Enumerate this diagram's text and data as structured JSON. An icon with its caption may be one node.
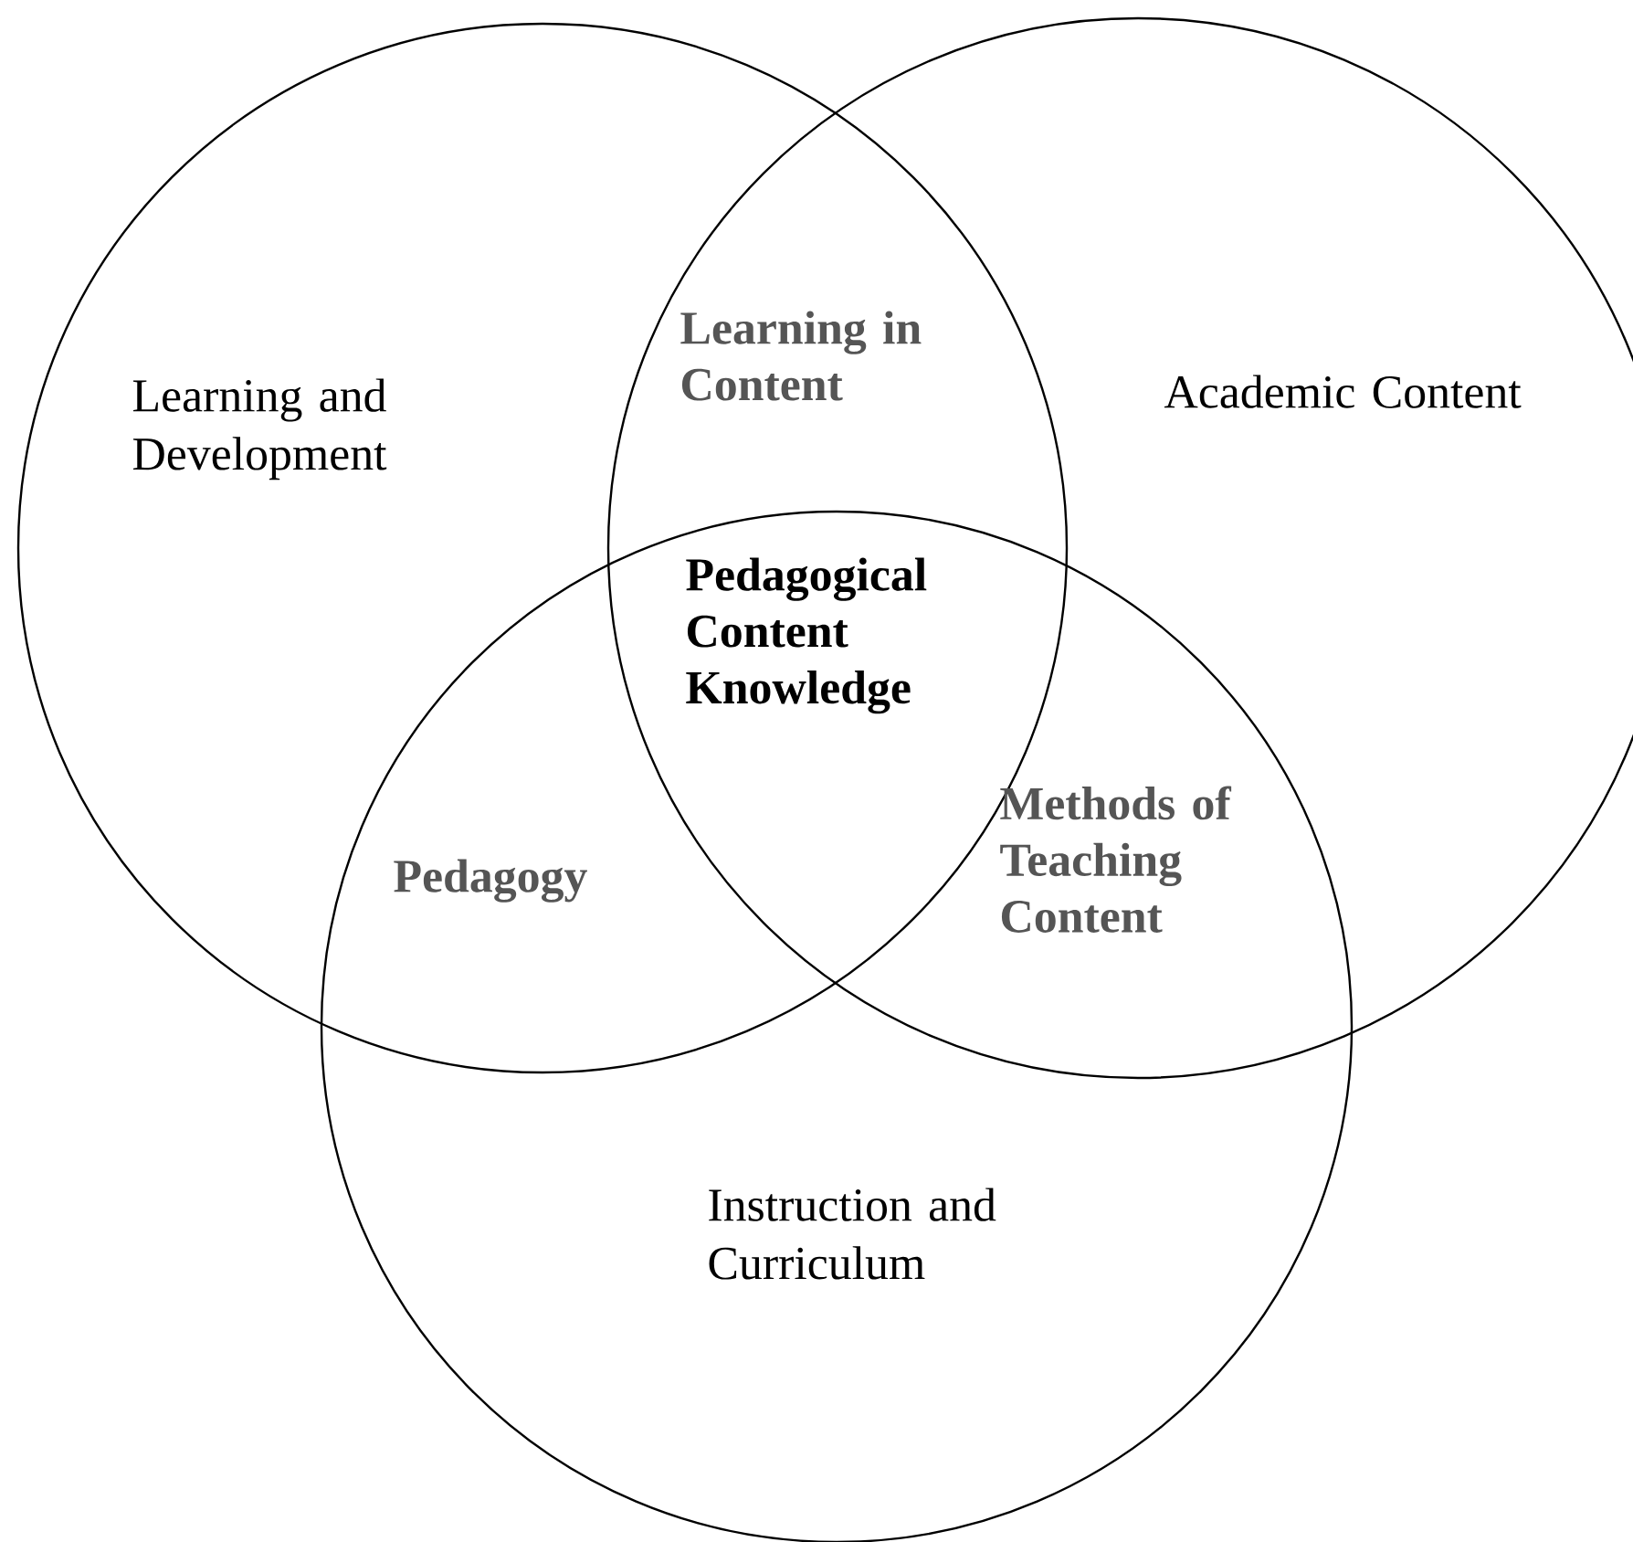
{
  "diagram": {
    "nodes": [
      {
        "text": [
          "Learning and Development"
        ]
      },
      {
        "text": [
          "Academic Content"
        ]
      },
      {
        "text": [
          "Instruction and Curriculum"
        ]
      }
    ],
    "labels": [
      "Learning in Content",
      "Pedagogical Content Knowledge",
      "Pedagogy",
      "Methods of Teaching Content"
    ]
  }
}
